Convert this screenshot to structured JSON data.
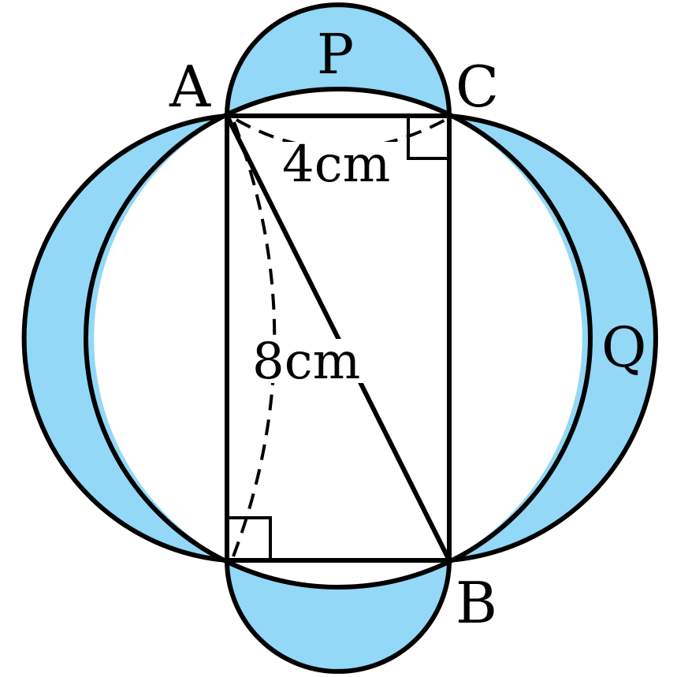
{
  "colors": {
    "shaded": "#93d8f6",
    "stroke": "#000000",
    "background": "#ffffff"
  },
  "vertices": {
    "a": "A",
    "b": "B",
    "c": "C"
  },
  "regions": {
    "p": "P",
    "q": "Q"
  },
  "measurements": {
    "width": "4cm",
    "height": "8cm"
  }
}
